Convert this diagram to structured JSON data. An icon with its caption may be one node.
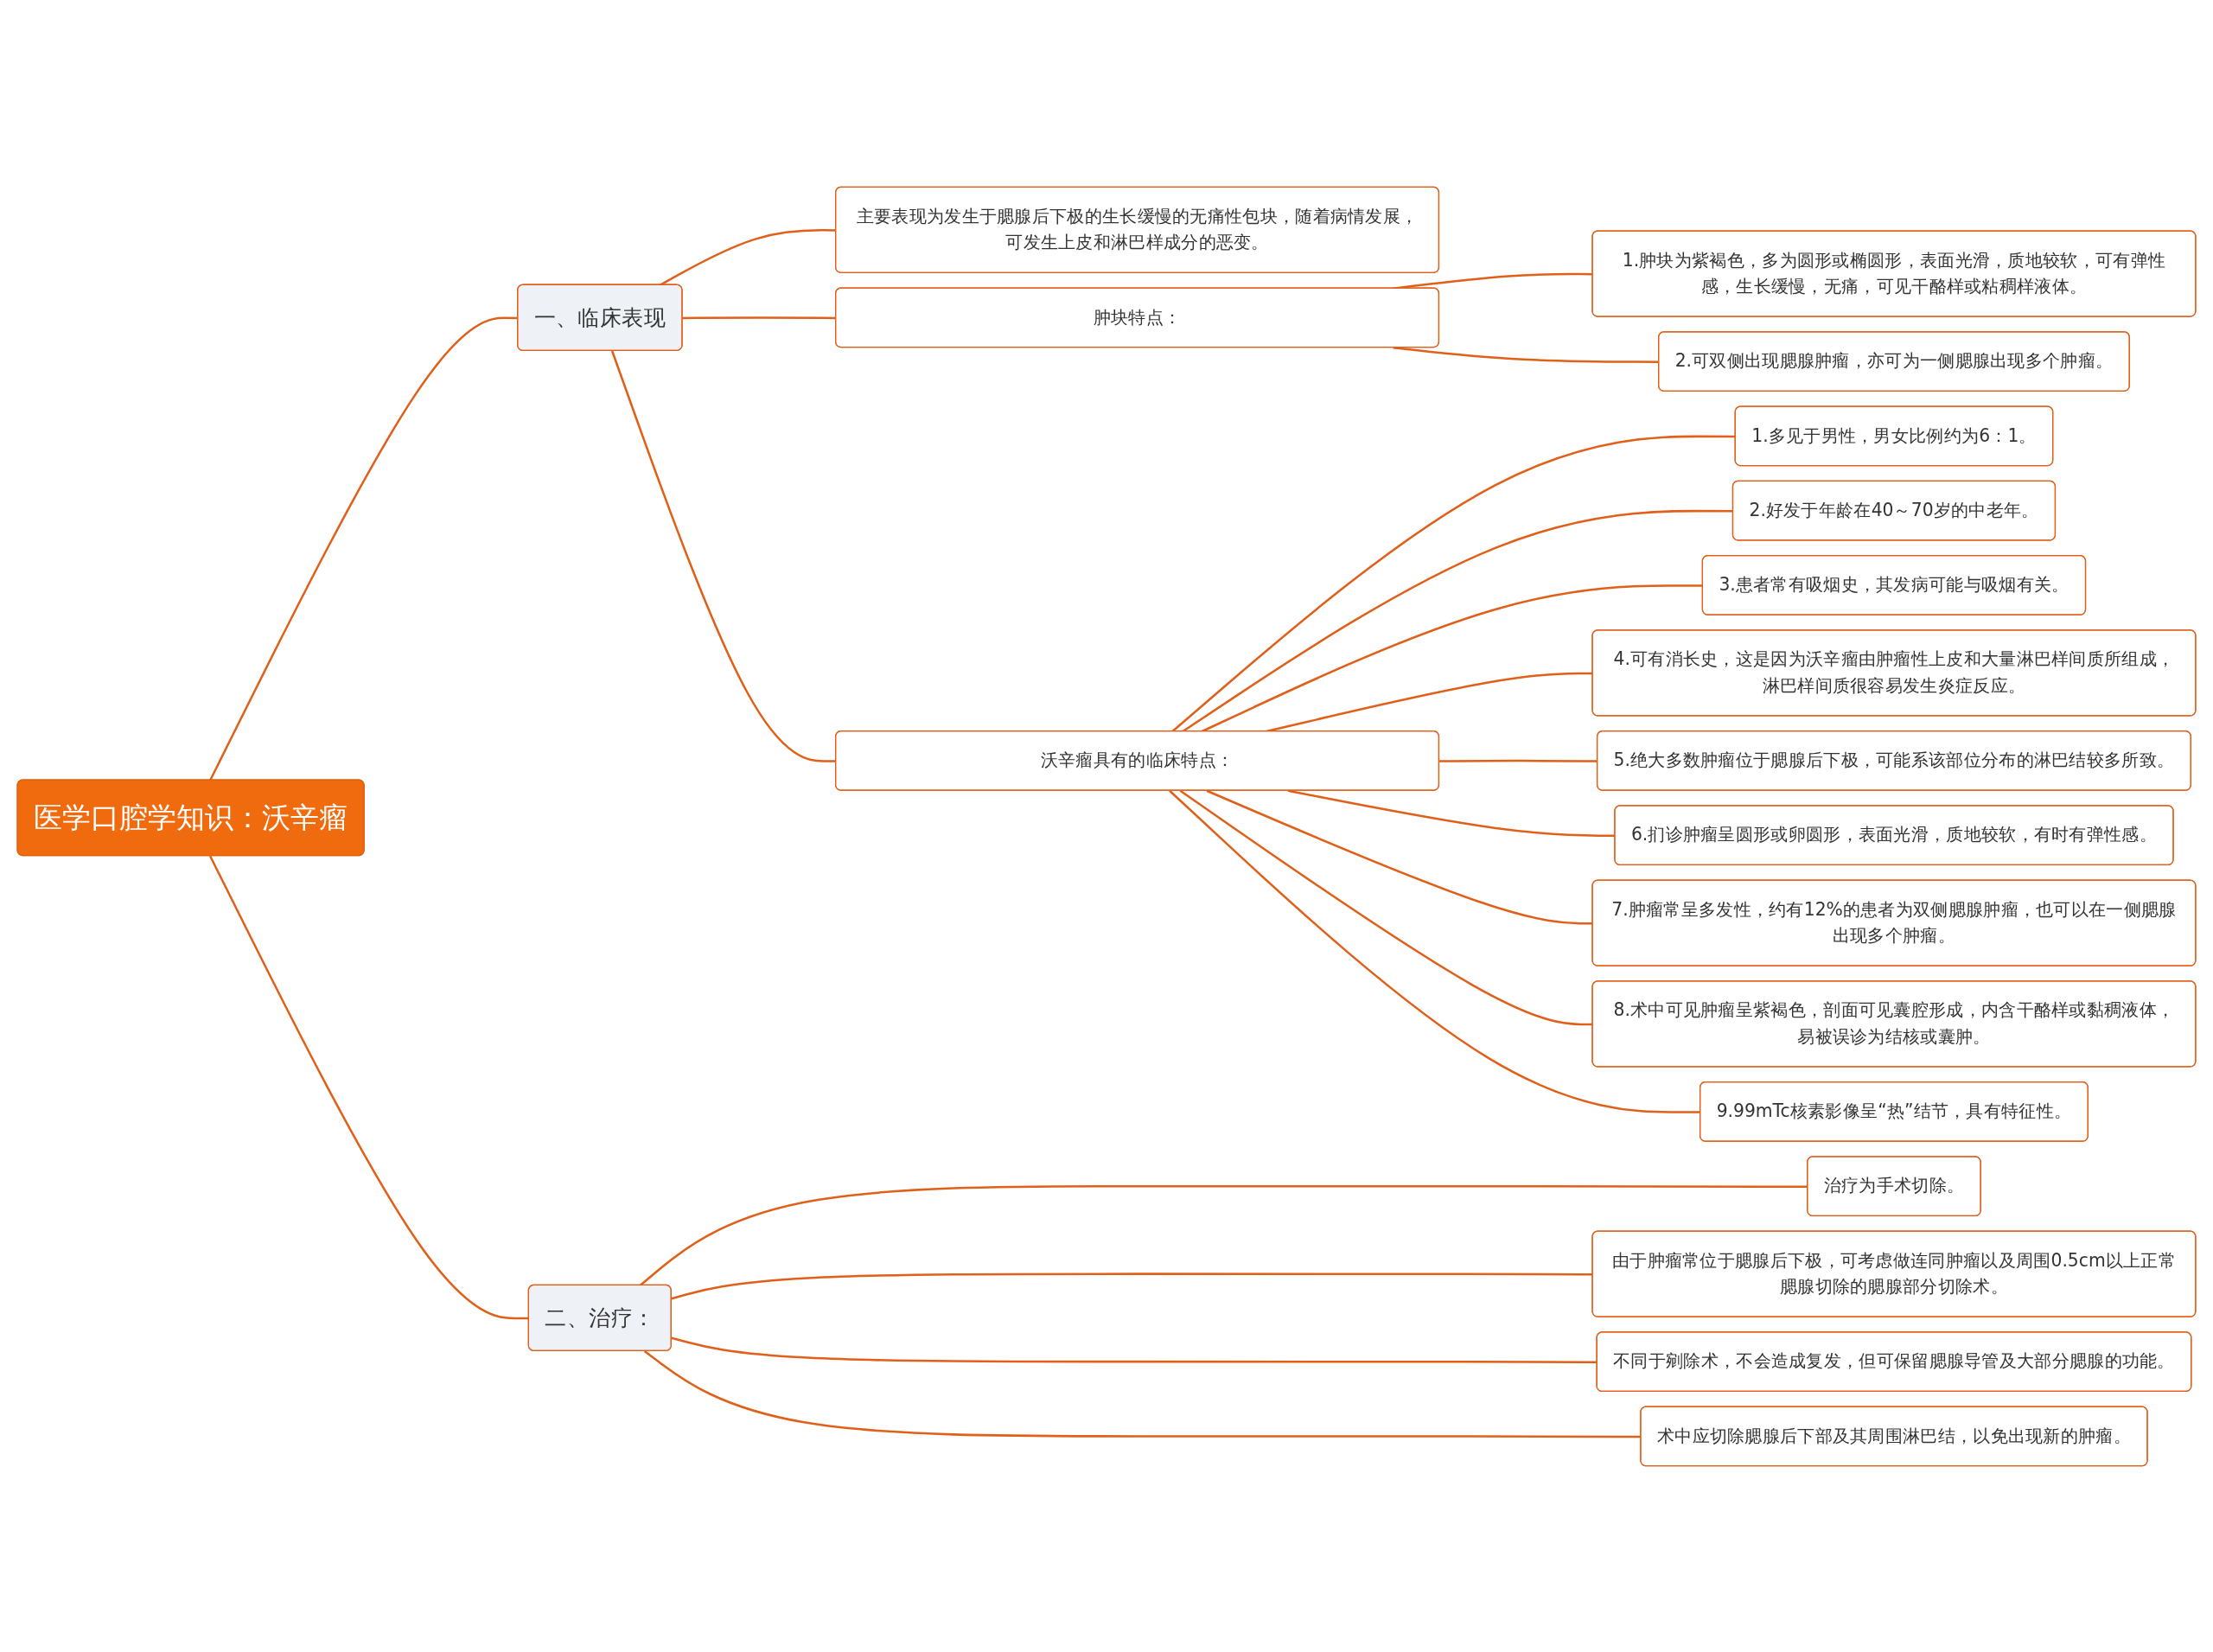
{
  "diagram": {
    "nodes": [
      {
        "text": [
          "医学口腔学知识：沃辛瘤"
        ]
      },
      {
        "text": [
          "一、临床表现"
        ]
      },
      {
        "text": [
          "主要表现为发生于腮腺后下极的生长缓慢的无痛性包块，随着病情发展，可发生上皮和淋巴样成分的恶变。"
        ]
      },
      {
        "text": [
          "肿块特点："
        ]
      },
      {
        "text": [
          "1.肿块为紫褐色，多为圆形或椭圆形，表面光滑，质地较软，可有弹性感，生长缓慢，无痛，可见干酪样或粘稠样液体。"
        ]
      },
      {
        "text": [
          "2.可双侧出现腮腺肿瘤，亦可为一侧腮腺出现多个肿瘤。"
        ]
      },
      {
        "text": [
          "沃辛瘤具有的临床特点："
        ]
      },
      {
        "text": [
          "1.多见于男性，男女比例约为6：1。"
        ]
      },
      {
        "text": [
          "2.好发于年龄在40～70岁的中老年。"
        ]
      },
      {
        "text": [
          "3.患者常有吸烟史，其发病可能与吸烟有关。"
        ]
      },
      {
        "text": [
          "4.可有消长史，这是因为沃辛瘤由肿瘤性上皮和大量淋巴样间质所组成，淋巴样间质很容易发生炎症反应。"
        ]
      },
      {
        "text": [
          "5.绝大多数肿瘤位于腮腺后下极，可能系该部位分布的淋巴结较多所致。"
        ]
      },
      {
        "text": [
          "6.扪诊肿瘤呈圆形或卵圆形，表面光滑，质地较软，有时有弹性感。"
        ]
      },
      {
        "text": [
          "7.肿瘤常呈多发性，约有12%的患者为双侧腮腺肿瘤，也可以在一侧腮腺出现多个肿瘤。"
        ]
      },
      {
        "text": [
          "8.术中可见肿瘤呈紫褐色，剖面可见囊腔形成，内含干酪样或黏稠液体，易被误诊为结核或囊肿。"
        ]
      },
      {
        "text": [
          "9.99mTc核素影像呈“热”结节，具有特征性。"
        ]
      },
      {
        "text": [
          "二、治疗："
        ]
      },
      {
        "text": [
          "治疗为手术切除。"
        ]
      },
      {
        "text": [
          "由于肿瘤常位于腮腺后下极，可考虑做连同肿瘤以及周围0.5cm以上正常腮腺切除的腮腺部分切除术。"
        ]
      },
      {
        "text": [
          "不同于剜除术，不会造成复发，但可保留腮腺导管及大部分腮腺的功能。"
        ]
      },
      {
        "text": [
          "术中应切除腮腺后下部及其周围淋巴结，以免出现新的肿瘤。"
        ]
      }
    ],
    "edges": [
      {
        "from": 0,
        "to": 1,
        "arrow": "none"
      },
      {
        "from": 1,
        "to": 2,
        "arrow": "none"
      },
      {
        "from": 1,
        "to": 3,
        "arrow": "none"
      },
      {
        "from": 3,
        "to": 4,
        "arrow": "none"
      },
      {
        "from": 3,
        "to": 5,
        "arrow": "none"
      },
      {
        "from": 1,
        "to": 6,
        "arrow": "none"
      },
      {
        "from": 6,
        "to": 7,
        "arrow": "none"
      },
      {
        "from": 6,
        "to": 8,
        "arrow": "none"
      },
      {
        "from": 6,
        "to": 9,
        "arrow": "none"
      },
      {
        "from": 6,
        "to": 10,
        "arrow": "none"
      },
      {
        "from": 6,
        "to": 11,
        "arrow": "none"
      },
      {
        "from": 6,
        "to": 12,
        "arrow": "none"
      },
      {
        "from": 6,
        "to": 13,
        "arrow": "none"
      },
      {
        "from": 6,
        "to": 14,
        "arrow": "none"
      },
      {
        "from": 6,
        "to": 15,
        "arrow": "none"
      },
      {
        "from": 0,
        "to": 16,
        "arrow": "none"
      },
      {
        "from": 16,
        "to": 17,
        "arrow": "none"
      },
      {
        "from": 16,
        "to": 18,
        "arrow": "none"
      },
      {
        "from": 16,
        "to": 19,
        "arrow": "none"
      },
      {
        "from": 16,
        "to": 20,
        "arrow": "none"
      }
    ]
  }
}
